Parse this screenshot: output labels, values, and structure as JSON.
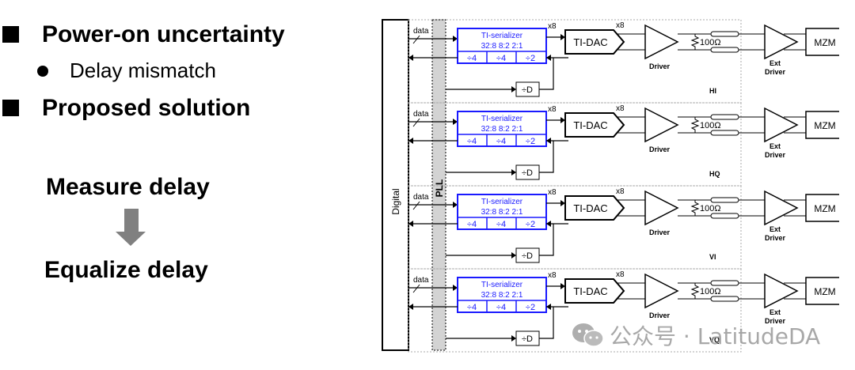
{
  "slide": {
    "bullets": [
      {
        "text": "Power-on uncertainty",
        "level": 1
      },
      {
        "text": "Delay mismatch",
        "level": 2
      },
      {
        "text": "Proposed solution",
        "level": 1
      }
    ],
    "flow": {
      "step1": "Measure delay",
      "step2": "Equalize delay",
      "arrow_color": "#808080"
    }
  },
  "diagram": {
    "digital_label": "Digital",
    "pll_label": "PLL",
    "serializer_color": "#1a1aff",
    "channels": [
      {
        "name": "HI",
        "data": "data",
        "serializer_title": "TI-serializer",
        "serializer_ratio": "32:8 8:2 2:1",
        "dividers": [
          "÷4",
          "÷4",
          "÷2"
        ],
        "x8a": "x8",
        "x8b": "x8",
        "divd": "÷D",
        "dac": "TI-DAC",
        "driver": "Driver",
        "resistor": "100Ω",
        "ext_driver_1": "Ext",
        "ext_driver_2": "Driver",
        "mzm": "MZM"
      },
      {
        "name": "HQ",
        "data": "data",
        "serializer_title": "TI-serializer",
        "serializer_ratio": "32:8 8:2 2:1",
        "dividers": [
          "÷4",
          "÷4",
          "÷2"
        ],
        "x8a": "x8",
        "x8b": "x8",
        "divd": "÷D",
        "dac": "TI-DAC",
        "driver": "Driver",
        "resistor": "100Ω",
        "ext_driver_1": "Ext",
        "ext_driver_2": "Driver",
        "mzm": "MZM"
      },
      {
        "name": "VI",
        "data": "data",
        "serializer_title": "TI-serializer",
        "serializer_ratio": "32:8 8:2 2:1",
        "dividers": [
          "÷4",
          "÷4",
          "÷2"
        ],
        "x8a": "x8",
        "x8b": "x8",
        "divd": "÷D",
        "dac": "TI-DAC",
        "driver": "Driver",
        "resistor": "100Ω",
        "ext_driver_1": "Ext",
        "ext_driver_2": "Driver",
        "mzm": "MZM"
      },
      {
        "name": "VQ",
        "data": "data",
        "serializer_title": "TI-serializer",
        "serializer_ratio": "32:8 8:2 2:1",
        "dividers": [
          "÷4",
          "÷4",
          "÷2"
        ],
        "x8a": "x8",
        "x8b": "x8",
        "divd": "÷D",
        "dac": "TI-DAC",
        "driver": "Driver",
        "resistor": "100Ω",
        "ext_driver_1": "Ext",
        "ext_driver_2": "Driver",
        "mzm": "MZM"
      }
    ]
  },
  "watermark": {
    "text": "公众号 · LatitudeDA",
    "icon": "wechat-icon"
  }
}
